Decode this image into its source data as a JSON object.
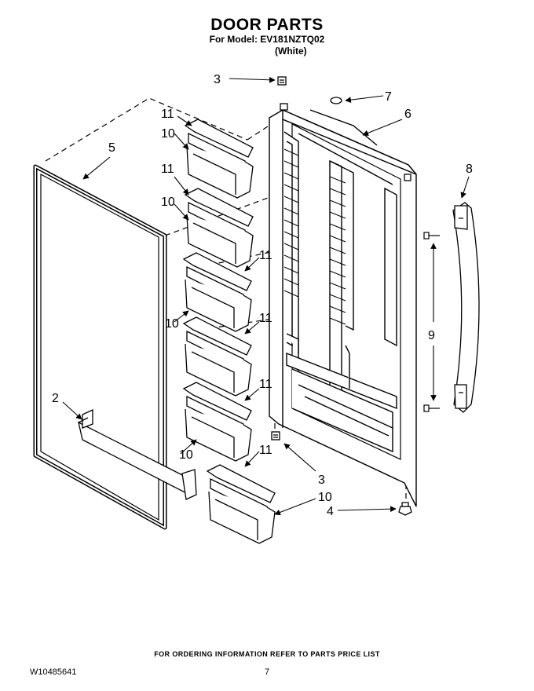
{
  "header": {
    "title": "DOOR PARTS",
    "model": "For Model: EV181NZTQ02",
    "color": "(White)"
  },
  "callouts": {
    "c1": "3",
    "c2": "7",
    "c3": "6",
    "c4": "11",
    "c5": "10",
    "c6": "5",
    "c7": "11",
    "c8": "10",
    "c9": "8",
    "c10": "11",
    "c11": "10",
    "c12": "11",
    "c13": "9",
    "c14": "2",
    "c15": "11",
    "c16": "10",
    "c17": "11",
    "c18": "3",
    "c19": "10",
    "c20": "4"
  },
  "footer": {
    "ordering_note": "FOR ORDERING INFORMATION REFER TO PARTS PRICE LIST",
    "doc_number": "W10485641",
    "page_number": "7"
  }
}
